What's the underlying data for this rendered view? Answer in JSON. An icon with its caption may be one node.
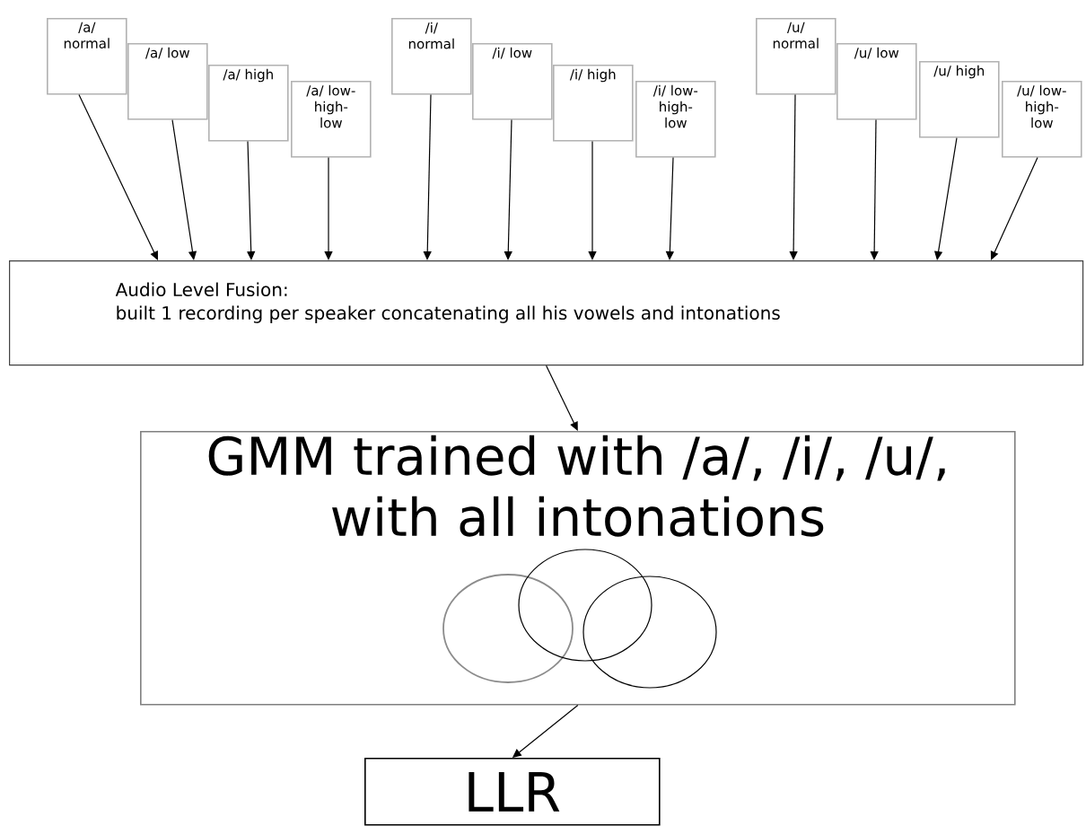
{
  "diagram": {
    "nodes": [
      {
        "text": [
          "/a/ normal"
        ]
      },
      {
        "text": [
          "/a/ low"
        ]
      },
      {
        "text": [
          "/a/ high"
        ]
      },
      {
        "text": [
          "/a/ low-high-low"
        ]
      },
      {
        "text": [
          "/i/ normal"
        ]
      },
      {
        "text": [
          "/i/ low"
        ]
      },
      {
        "text": [
          "/i/ high"
        ]
      },
      {
        "text": [
          "/i/ low-high-low"
        ]
      },
      {
        "text": [
          "/u/ normal"
        ]
      },
      {
        "text": [
          "/u/ low"
        ]
      },
      {
        "text": [
          "/u/ high"
        ]
      },
      {
        "text": [
          "/u/ low-high-low"
        ]
      },
      {
        "text": [
          "Audio Level Fusion:",
          "built 1 recording per speaker concatenating all his vowels and intonations"
        ]
      },
      {
        "text": [
          "GMM trained with /a/, /i/, /u/, with all intonations"
        ]
      },
      {
        "text": [
          "LLR"
        ]
      }
    ],
    "edges": [
      {
        "from": 0,
        "to": 12,
        "arrow": "to"
      },
      {
        "from": 1,
        "to": 12,
        "arrow": "to"
      },
      {
        "from": 2,
        "to": 12,
        "arrow": "to"
      },
      {
        "from": 3,
        "to": 12,
        "arrow": "to"
      },
      {
        "from": 4,
        "to": 12,
        "arrow": "to"
      },
      {
        "from": 5,
        "to": 12,
        "arrow": "to"
      },
      {
        "from": 6,
        "to": 12,
        "arrow": "to"
      },
      {
        "from": 7,
        "to": 12,
        "arrow": "to"
      },
      {
        "from": 8,
        "to": 12,
        "arrow": "to"
      },
      {
        "from": 9,
        "to": 12,
        "arrow": "to"
      },
      {
        "from": 10,
        "to": 12,
        "arrow": "to"
      },
      {
        "from": 11,
        "to": 12,
        "arrow": "to"
      },
      {
        "from": 12,
        "to": 13,
        "arrow": "to"
      },
      {
        "from": 13,
        "to": 14,
        "arrow": "to"
      }
    ]
  }
}
